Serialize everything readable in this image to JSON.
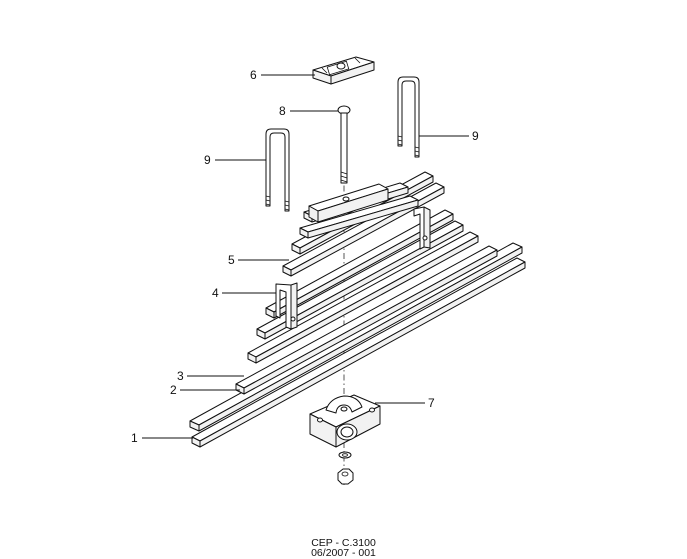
{
  "callouts": [
    {
      "id": "1",
      "label": "1"
    },
    {
      "id": "2",
      "label": "2"
    },
    {
      "id": "3",
      "label": "3"
    },
    {
      "id": "4",
      "label": "4"
    },
    {
      "id": "5",
      "label": "5"
    },
    {
      "id": "6",
      "label": "6"
    },
    {
      "id": "7",
      "label": "7"
    },
    {
      "id": "8",
      "label": "8"
    },
    {
      "id": "9a",
      "label": "9"
    },
    {
      "id": "9b",
      "label": "9"
    }
  ],
  "footer": {
    "code": "CEP - C.3100",
    "date": "06/2007 - 001"
  }
}
